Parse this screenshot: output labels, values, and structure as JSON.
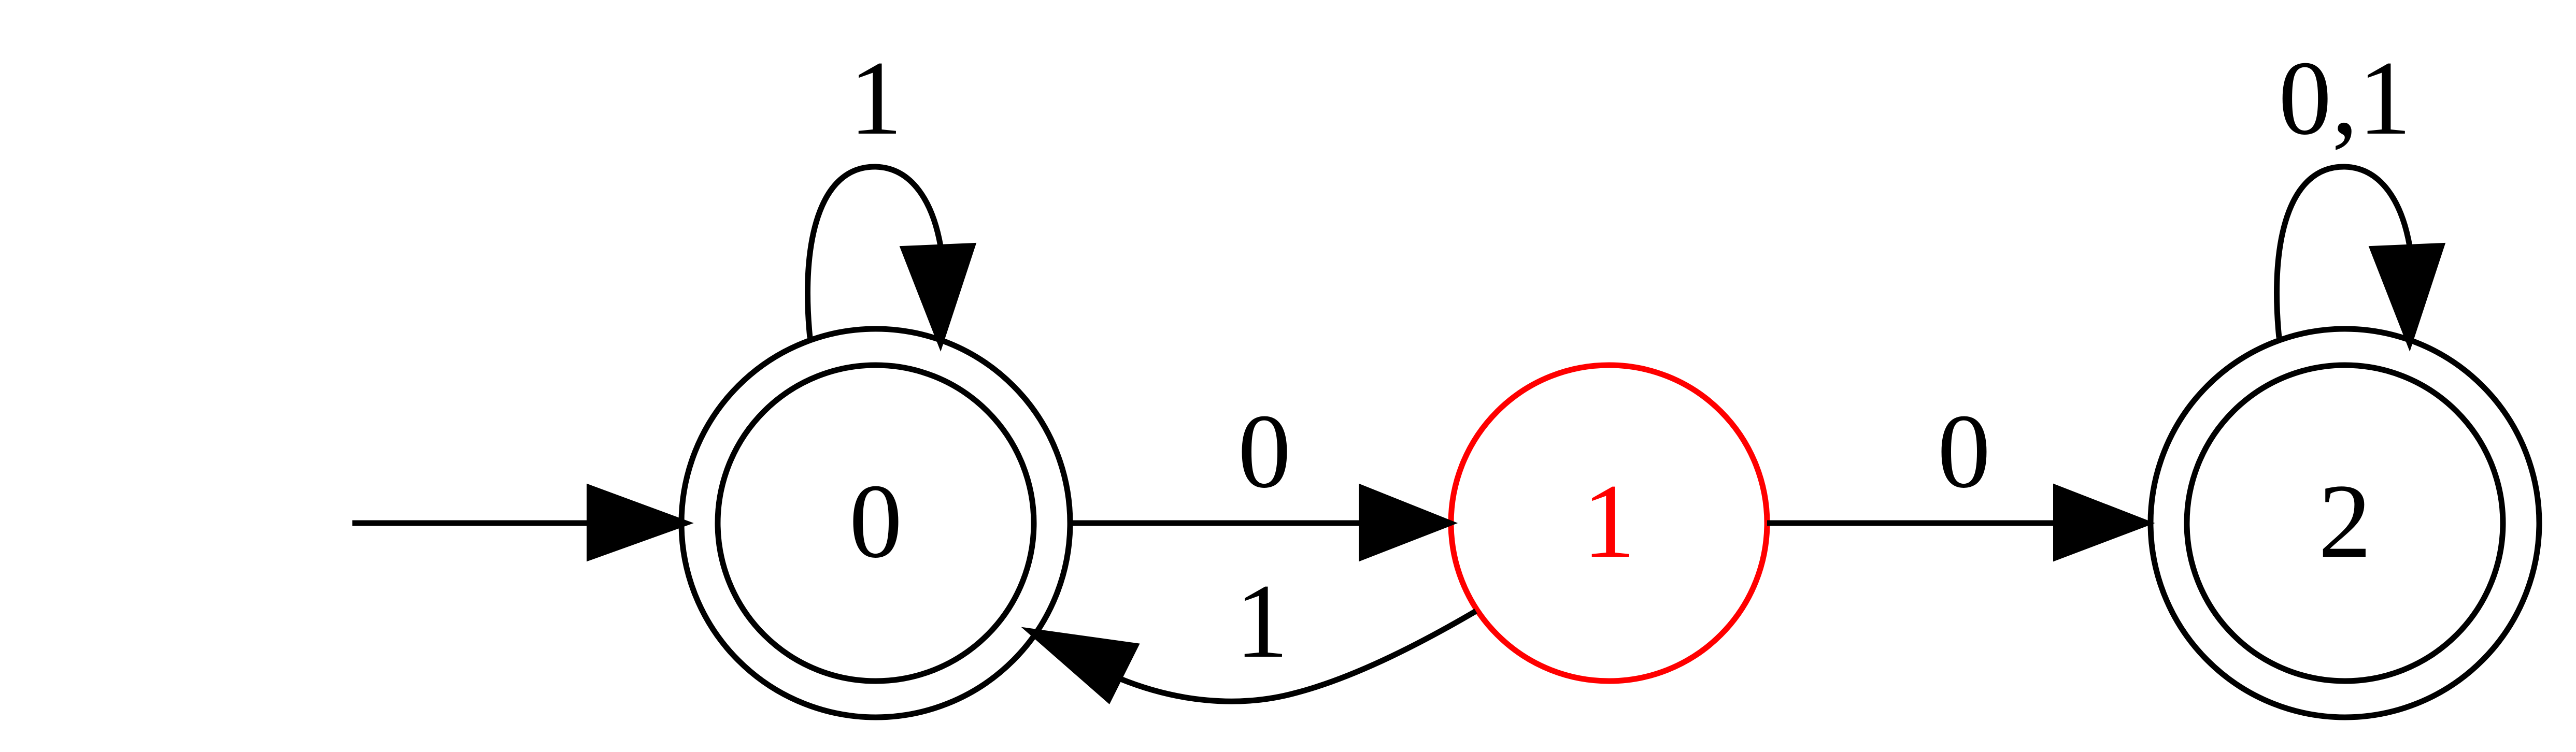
{
  "diagram": {
    "states": [
      {
        "id": "0",
        "label": "0",
        "accepting": true,
        "highlighted": false
      },
      {
        "id": "1",
        "label": "1",
        "accepting": false,
        "highlighted": true
      },
      {
        "id": "2",
        "label": "2",
        "accepting": true,
        "highlighted": false
      }
    ],
    "transitions": [
      {
        "from": "0",
        "to": "0",
        "label": "1"
      },
      {
        "from": "0",
        "to": "1",
        "label": "0"
      },
      {
        "from": "1",
        "to": "0",
        "label": "1"
      },
      {
        "from": "1",
        "to": "2",
        "label": "0"
      },
      {
        "from": "2",
        "to": "2",
        "label": "0,1"
      }
    ],
    "start_state": "0"
  },
  "colors": {
    "default": "#000000",
    "highlight": "#ff0000",
    "background": "#ffffff"
  }
}
